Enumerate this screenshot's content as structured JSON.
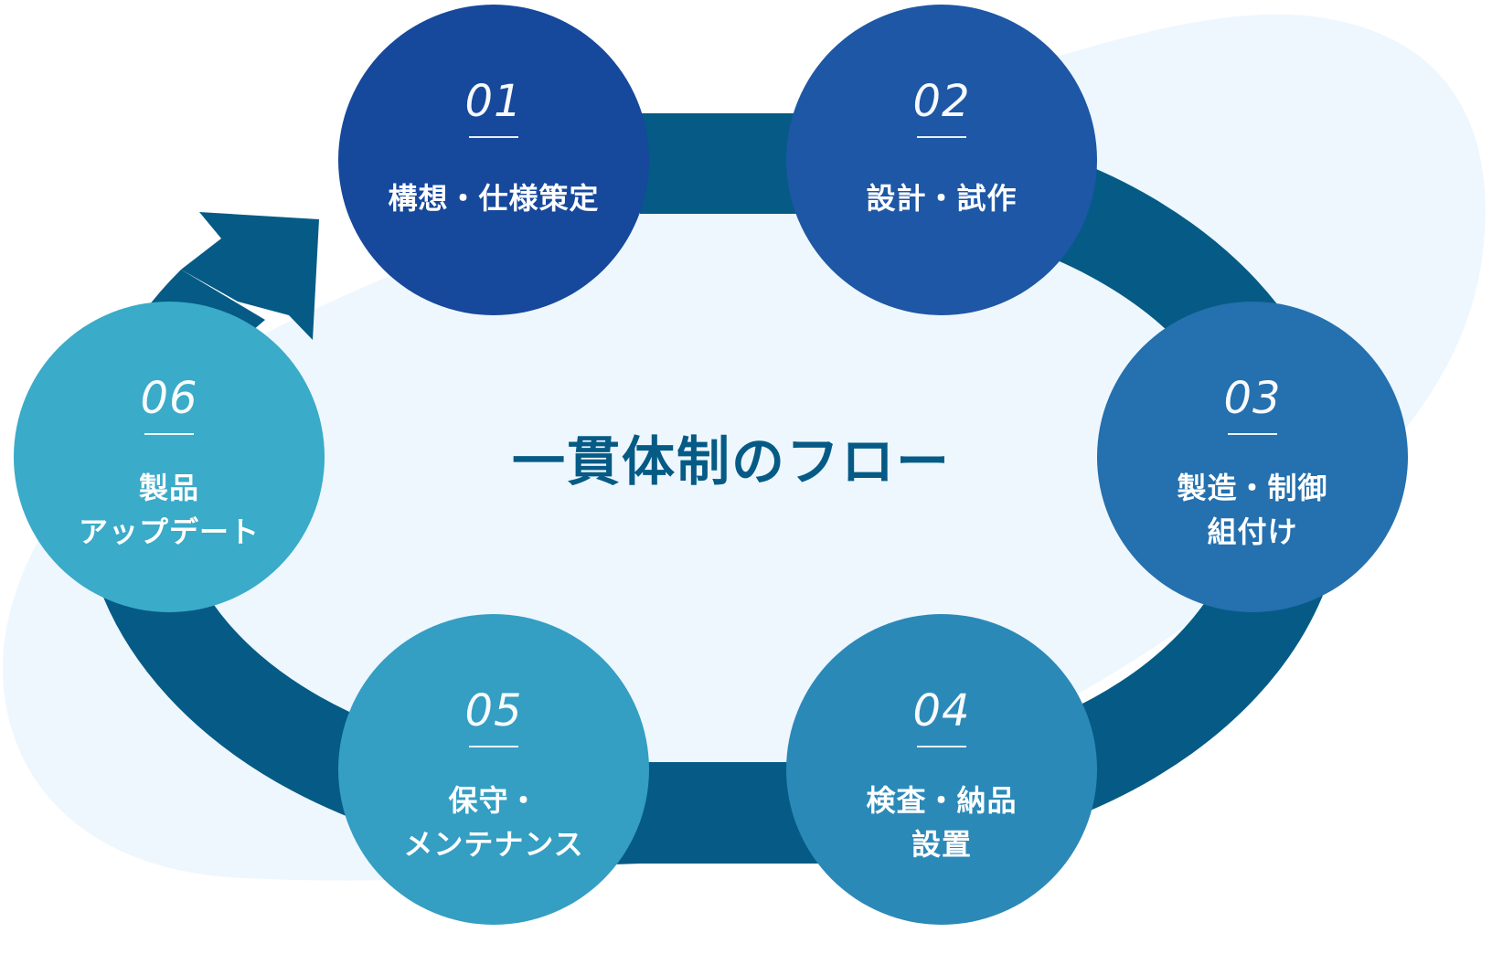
{
  "diagram": {
    "title": "一貫体制のフロー",
    "colors": {
      "background": "#ffffff",
      "blob": "#eef7fe",
      "ring": "#055b85",
      "title": "#055b85",
      "text_on_circle": "#ffffff"
    },
    "steps": [
      {
        "number": "01",
        "label": "構想・仕様策定",
        "color": "#16489c"
      },
      {
        "number": "02",
        "label": "設計・試作",
        "color": "#1d57a5"
      },
      {
        "number": "03",
        "label": "製造・制御\n組付け",
        "color": "#2570ae"
      },
      {
        "number": "04",
        "label": "検査・納品\n設置",
        "color": "#2b89b8"
      },
      {
        "number": "05",
        "label": "保守・\nメンテナンス",
        "color": "#349ec3"
      },
      {
        "number": "06",
        "label": "製品\nアップデート",
        "color": "#3aabc8"
      }
    ],
    "flow_direction": "clockwise",
    "arrow": "cycle-return-arrow"
  }
}
